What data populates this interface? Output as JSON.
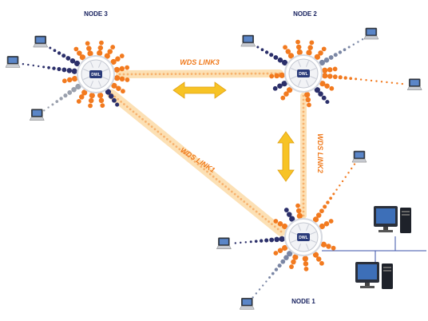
{
  "colors": {
    "orange": "#f27a1f",
    "orange_light": "#f7b26e",
    "navy": "#2b2f6a",
    "slate": "#7a86a4",
    "gray": "#9aa0ad",
    "link_beam": "#fce0b4",
    "arrow": "#f7c325",
    "lan": "#3a52a8"
  },
  "nodes": [
    {
      "id": "node3",
      "label": "NODE 3",
      "hub_text": "DWL"
    },
    {
      "id": "node2",
      "label": "NODE 2",
      "hub_text": "DWL"
    },
    {
      "id": "node1",
      "label": "NODE 1",
      "hub_text": "DWL"
    }
  ],
  "links": [
    {
      "id": "link3",
      "label": "WDS LINK3",
      "from": "node3",
      "to": "node2"
    },
    {
      "id": "link2",
      "label": "WDS LINK2",
      "from": "node2",
      "to": "node1"
    },
    {
      "id": "link1",
      "label": "WDS LINK1",
      "from": "node3",
      "to": "node1"
    }
  ],
  "icons": {
    "laptop": "laptop-icon",
    "desktop": "desktop-computer-icon",
    "hub": "access-point-icon",
    "arrow": "double-arrow-icon"
  }
}
